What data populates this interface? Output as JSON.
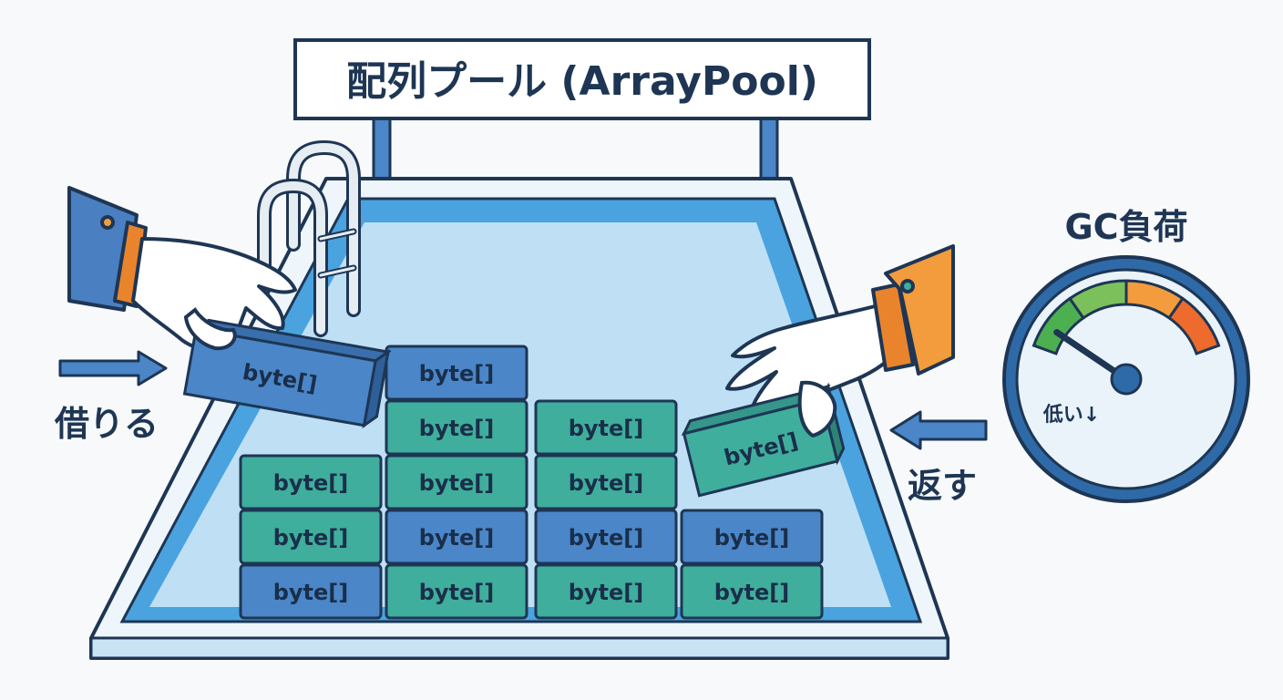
{
  "sign": {
    "title": "配列プール (ArrayPool)"
  },
  "actions": {
    "borrow": "借りる",
    "return": "返す"
  },
  "gauge": {
    "title": "GC負荷",
    "reading": "低い↓",
    "level": 0.1
  },
  "blocks": {
    "label": "byte[]",
    "stack": [
      [
        "blue",
        "green",
        "green"
      ],
      [
        "green",
        "blue",
        "green",
        "green",
        "blue"
      ],
      [
        "green",
        "blue",
        "green",
        "green"
      ],
      [
        "green",
        "blue"
      ]
    ],
    "held_left": "byte[]",
    "held_right": "byte[]"
  },
  "colors": {
    "outline": "#1e3654",
    "water": "#bfe0f4",
    "water_edge": "#4aa3df",
    "block_blue": "#4a86c8",
    "block_green": "#3fae9c",
    "sleeve_blue": "#4a7fc1",
    "sleeve_orange": "#f39c3d",
    "cuff_orange": "#e9842c",
    "gauge_green": "#4caf50",
    "gauge_lightgreen": "#7cc05b",
    "gauge_orange": "#f39c3d",
    "gauge_red": "#ee6b2d"
  }
}
